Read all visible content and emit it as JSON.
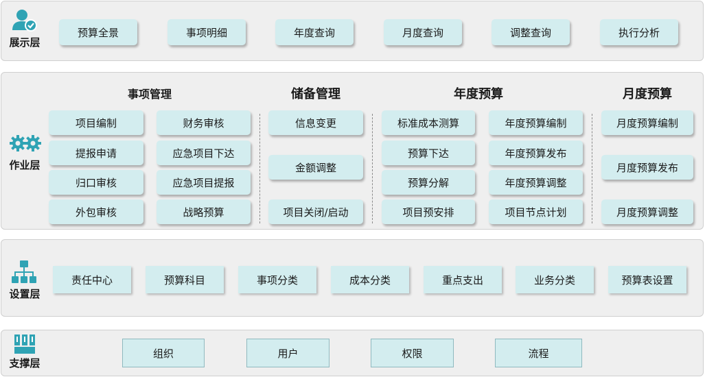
{
  "layers": {
    "display": {
      "label": "展示层",
      "icon": "user-check-icon",
      "items": [
        "预算全景",
        "事项明细",
        "年度查询",
        "月度查询",
        "调整查询",
        "执行分析"
      ]
    },
    "operation": {
      "label": "作业层",
      "icon": "gears-icon",
      "groups": [
        {
          "heading": "事项管理",
          "col1": [
            "项目编制",
            "提报申请",
            "归口审核",
            "外包审核"
          ],
          "col2": [
            "财务审核",
            "应急项目下达",
            "应急项目提报",
            "战略预算"
          ]
        },
        {
          "heading": "储备管理",
          "items": [
            "信息变更",
            "金额调整",
            "项目关闭/启动"
          ]
        },
        {
          "heading": "年度预算",
          "col1": [
            "标准成本测算",
            "预算下达",
            "预算分解",
            "项目预安排"
          ],
          "col2": [
            "年度预算编制",
            "年度预算发布",
            "年度预算调整",
            "项目节点计划"
          ]
        },
        {
          "heading": "月度预算",
          "items": [
            "月度预算编制",
            "月度预算发布",
            "月度预算调整"
          ]
        }
      ]
    },
    "settings": {
      "label": "设置层",
      "icon": "hierarchy-icon",
      "items": [
        "责任中心",
        "预算科目",
        "事项分类",
        "成本分类",
        "重点支出",
        "业务分类",
        "预算表设置"
      ]
    },
    "support": {
      "label": "支撑层",
      "icon": "server-icon",
      "items": [
        "组织",
        "用户",
        "权限",
        "流程"
      ]
    }
  },
  "colors": {
    "icon": "#2fa3b4",
    "box": "#d3edef",
    "band": "#efefef"
  }
}
